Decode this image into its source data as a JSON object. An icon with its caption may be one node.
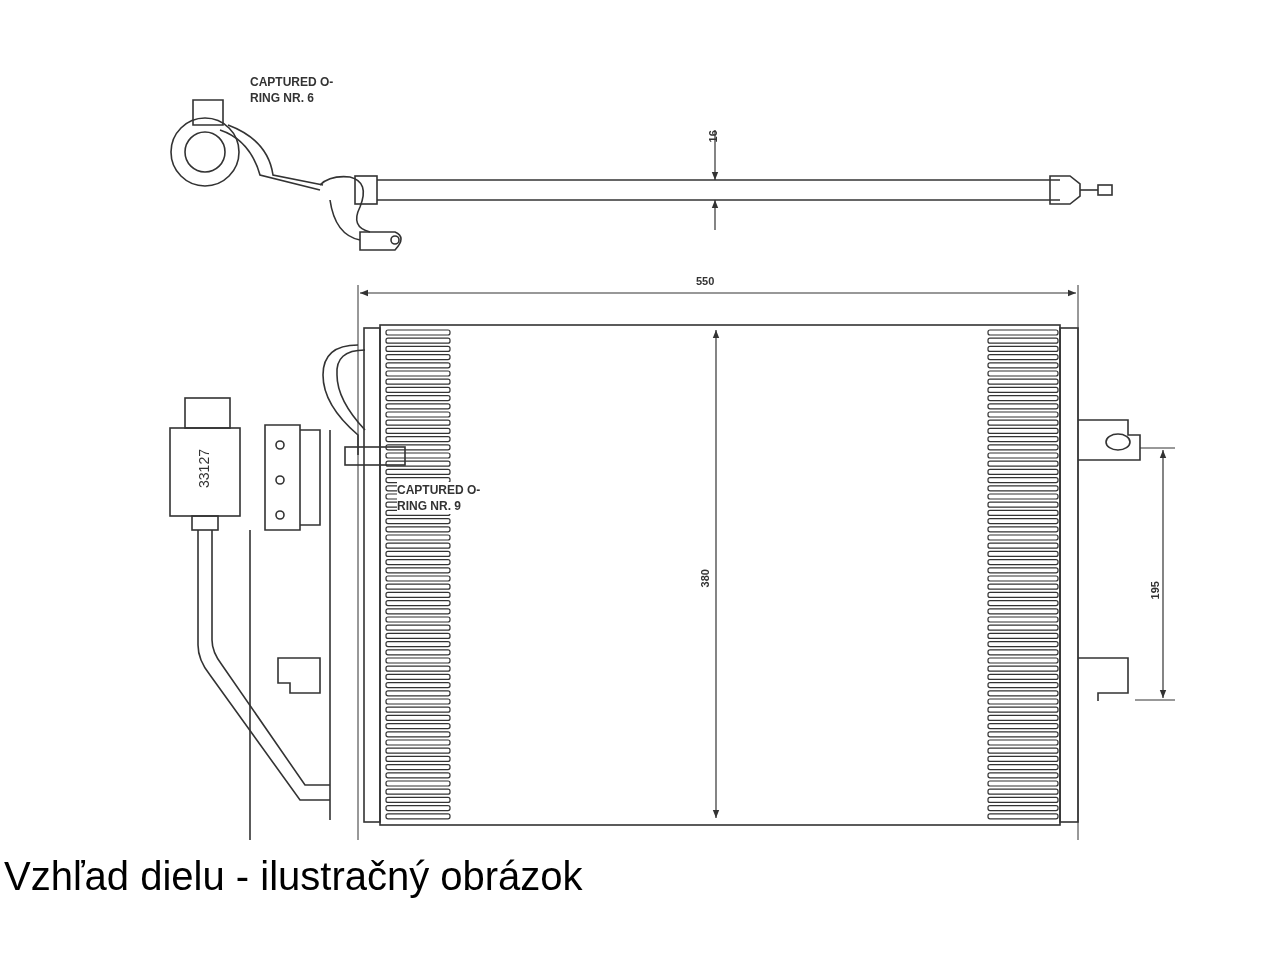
{
  "diagram": {
    "caption": "Vzhľad dielu - ilustračný obrázok",
    "labels": [
      "CAPTURED O-RING NR. 6",
      "16",
      "550",
      "33127",
      "CAPTURED O-RING NR. 9",
      "380",
      "195"
    ]
  }
}
